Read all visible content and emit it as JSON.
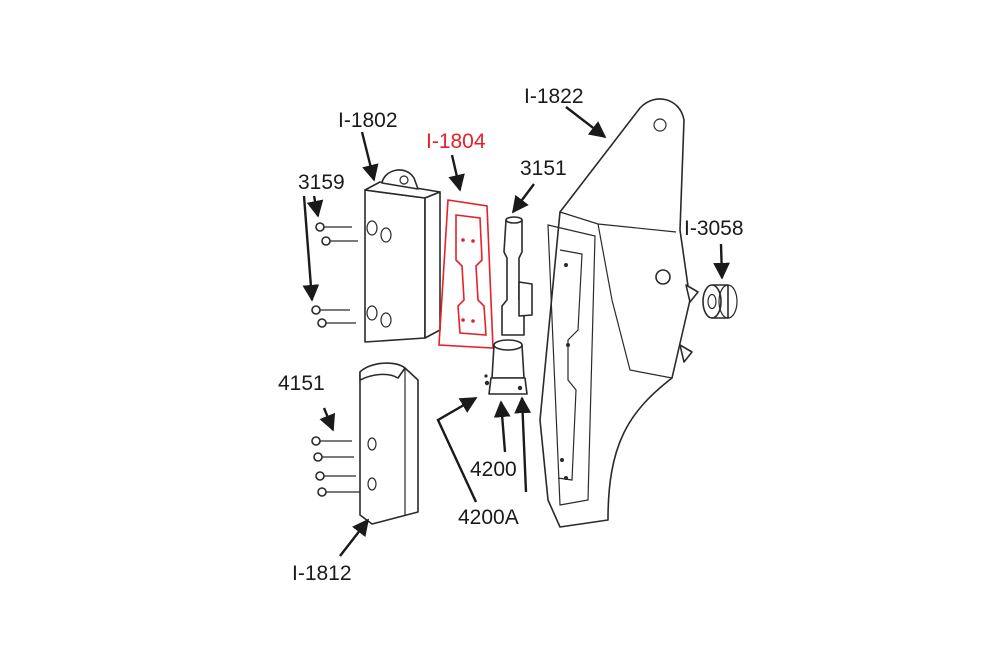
{
  "colors": {
    "highlight": "#e8202a",
    "ink": "#1a1a1a",
    "background": "#ffffff"
  },
  "labels": {
    "l1802": "I-1802",
    "l1804": "I-1804",
    "l3159": "3159",
    "l3151": "3151",
    "l1822": "I-1822",
    "l3058": "I-3058",
    "l4151": "4151",
    "l4200": "4200",
    "l4200a": "4200A",
    "l1812": "I-1812"
  }
}
